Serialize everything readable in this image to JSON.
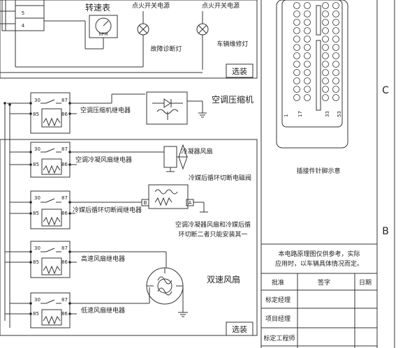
{
  "top": {
    "pin_5": "5",
    "pin_4": "4",
    "tachometer_label": "转速表",
    "rpm_label": "RPM",
    "ignition_power_1": "点火开关电源",
    "ignition_power_2": "点火开关电源",
    "fault_lamp_label": "故障诊断灯",
    "service_lamp_label": "车辆维修灯",
    "optional_1": "选装"
  },
  "ac": {
    "compressor_label": "空调压缩机",
    "compressor_relay_label": "空调压缩机继电器",
    "condenser_fan_label": "冷凝器风扇",
    "condenser_fan_relay_label": "空调冷凝风扇继电器",
    "recirc_valve_label": "冷媒后循环切断电磁阀",
    "recirc_relay_label": "冷媒后循环切断阀继电器",
    "install_note_line1": "空调冷凝器风扇和冷媒后循",
    "install_note_line2": "环切断二者只能安装其一",
    "valve_b": "B",
    "valve_a": "A"
  },
  "fan": {
    "dual_speed_fan_label": "双速风扇",
    "high_relay_label": "高速风扇继电器",
    "low_relay_label": "低速风扇继电器",
    "optional_2": "选装"
  },
  "relay_pins": {
    "p30": "30",
    "p87": "87",
    "p85": "85",
    "p86": "86"
  },
  "connector": {
    "caption": "插接件针脚示意",
    "pin_1": "1",
    "pin_17": "17",
    "pin_33": "33",
    "pin_53": "53"
  },
  "border": {
    "zone_c": "C",
    "zone_b": "B"
  },
  "title_block": {
    "disclaimer_line1": "本电路原理图仅供参考，实际",
    "disclaimer_line2": "应用时，以车辆具体情况而定。",
    "approve": "批准",
    "signature": "签字",
    "date": "日期",
    "standard_manager": "标定经理",
    "project_manager": "项目经理",
    "standard_engineer": "标定工程师"
  }
}
